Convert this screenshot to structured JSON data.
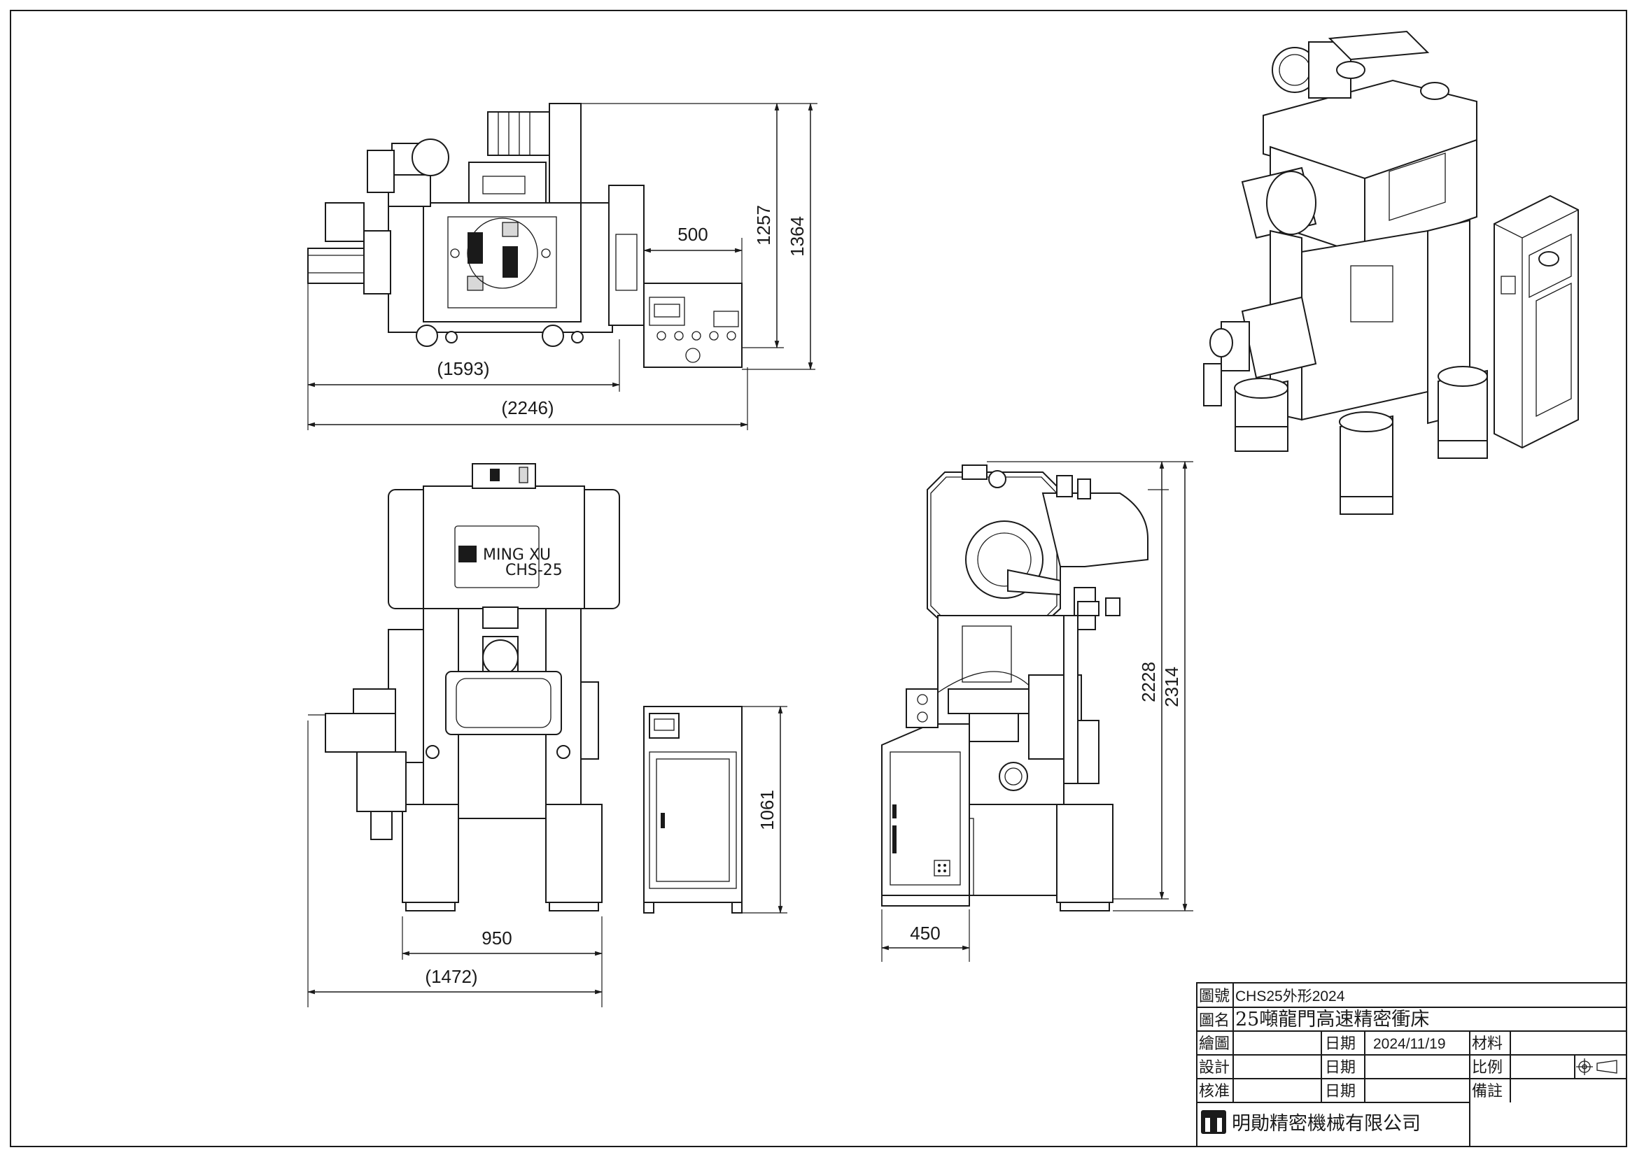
{
  "dimensions": {
    "top_view": {
      "width_inner": "(1593)",
      "width_total": "(2246)",
      "cabinet_width": "500",
      "height_1": "1257",
      "height_2": "1364"
    },
    "front_view": {
      "base_width": "950",
      "width_total": "(1472)",
      "cabinet_height": "1061"
    },
    "side_view": {
      "base_depth": "450",
      "height_1": "2228",
      "height_2": "2314"
    }
  },
  "machine_labels": {
    "brand": "MING XU",
    "model": "CHS-25"
  },
  "title_block": {
    "drawing_no_label": "圖號",
    "drawing_no_value": "CHS25外形2024",
    "drawing_name_label": "圖名",
    "drawing_name_value": "25噸龍門高速精密衝床",
    "drawn_label": "繪圖",
    "design_label": "設計",
    "check_label": "核准",
    "date_label": "日期",
    "date_value": "2024/11/19",
    "material_label": "材料",
    "scale_label": "比例",
    "remarks_label": "備註",
    "company": "明勛精密機械有限公司"
  },
  "icons": {
    "company_logo": "ming-xu-logo-icon",
    "projection_symbol": "first-angle-projection-icon"
  }
}
